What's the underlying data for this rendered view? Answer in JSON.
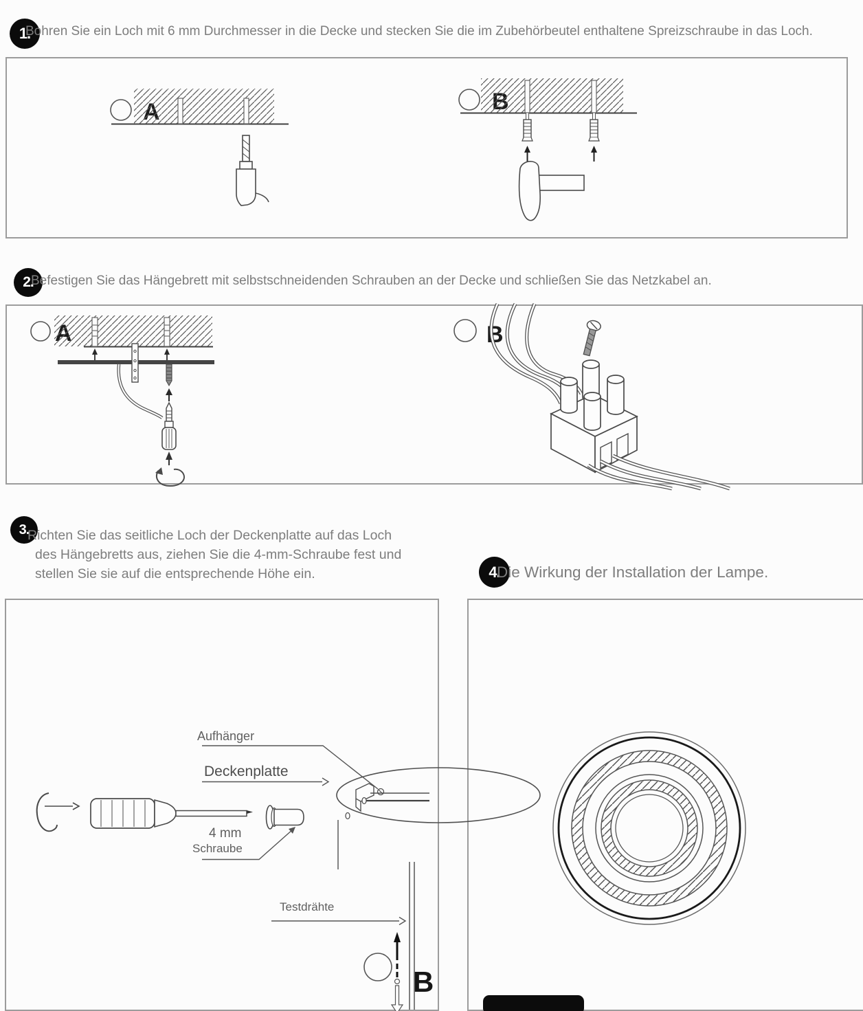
{
  "page": {
    "background": "#fcfcfc",
    "step_text_color": "#7d7d7d",
    "badge_color": "#0b0b0b",
    "box_border_color": "#9c9c9c",
    "line_art_color": "#4a4a4a"
  },
  "steps": [
    {
      "badge": "1.",
      "text": "Bohren Sie ein Loch mit 6 mm Durchmesser in die Decke und stecken Sie die im Zubehörbeutel enthaltene Spreizschraube in das Loch."
    },
    {
      "badge": "2.",
      "text": "Befestigen Sie das Hängebrett mit selbstschneidenden Schrauben an der Decke und schließen Sie das Netzkabel an."
    },
    {
      "badge": "3.",
      "lines": [
        "Richten Sie das seitliche Loch der Deckenplatte auf das Loch",
        "des Hängebretts aus, ziehen Sie die 4-mm-Schraube fest und",
        "stellen Sie sie auf die entsprechende Höhe ein."
      ]
    },
    {
      "badge": "4.",
      "text": "Die Wirkung der Installation der Lampe."
    }
  ],
  "figure1": {
    "panel_a": "A",
    "panel_b": "B"
  },
  "figure2": {
    "panel_a": "A",
    "panel_b": "B"
  },
  "figure3": {
    "hanger_label": "Aufhänger",
    "ceiling_plate_label": "Deckenplatte",
    "screw_size_label": "4 mm",
    "screw_label": "Schraube",
    "test_wires_label": "Testdrähte",
    "panel_b": "B"
  }
}
